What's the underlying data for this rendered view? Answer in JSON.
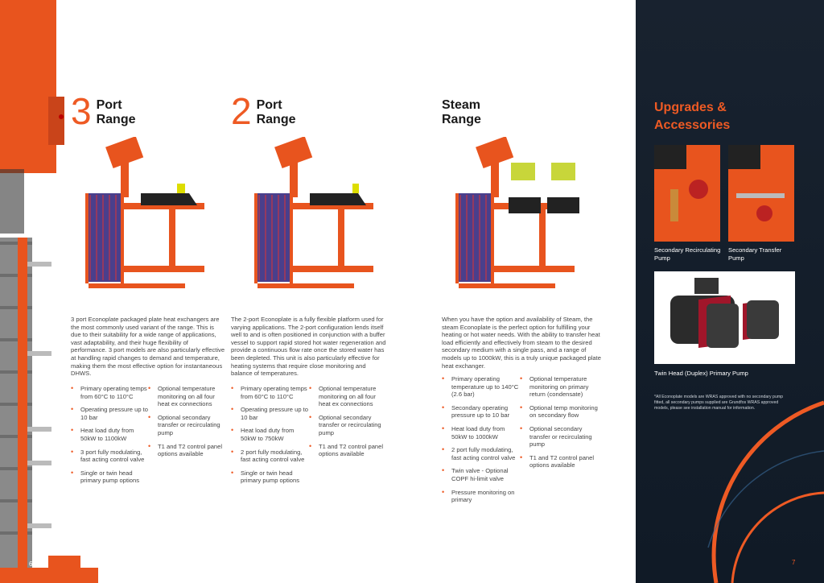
{
  "sections": [
    {
      "number": "3",
      "title_line1": "Port",
      "title_line2": "Range",
      "description": "3 port Econoplate packaged plate heat exchangers are the most commonly used variant of the range. This is due to their suitability for a wide range of applications, vast adaptability, and their huge flexibility of performance. 3 port models are also particularly effective at handling rapid changes to demand and temperature, making them the most effective option for instantaneous DHWS.",
      "bullets_left": [
        "Primary operating temps from 60°C to 110°C",
        "Operating pressure up to 10 bar",
        "Heat load duty from 50kW to 1100kW",
        "3 port fully modulating, fast acting control valve",
        "Single or twin head primary pump options"
      ],
      "bullets_right": [
        "Optional temperature monitoring on all four heat ex connections",
        "Optional secondary transfer or recirculating pump",
        "T1 and T2 control panel options available"
      ]
    },
    {
      "number": "2",
      "title_line1": "Port",
      "title_line2": "Range",
      "description": "The 2-port Econoplate is a fully flexible platform used for varying applications. The 2-port configuration lends itself well to and is often positioned in conjunction with a buffer vessel to support rapid stored hot water regeneration and provide a continuous flow rate once the stored water has been depleted. This unit is also particularly effective for heating systems that require close monitoring and balance of temperatures.",
      "bullets_left": [
        "Primary operating temps from 60°C to 110°C",
        "Operating pressure up to 10 bar",
        "Heat load duty from 50kW to 750kW",
        "2 port fully modulating, fast acting control valve",
        "Single or twin head primary pump options"
      ],
      "bullets_right": [
        "Optional temperature monitoring on all four heat ex connections",
        "Optional secondary transfer or recirculating pump",
        "T1 and T2 control panel options available"
      ]
    },
    {
      "number": "",
      "title_line1": "Steam",
      "title_line2": "Range",
      "description": "When you have the option and availability of Steam, the steam Econoplate is the perfect option for fulfilling your heating or hot water needs. With the ability to transfer heat load efficiently and effectively from steam to the desired secondary medium with a single pass, and a range of models up to 1000kW, this is a truly unique packaged plate heat exchanger.",
      "bullets_left": [
        "Primary operating temperature up to 140°C (2.6 bar)",
        "Secondary operating pressure up to 10 bar",
        "Heat load duty from 50kW to 1000kW",
        "2 port fully modulating, fast acting control valve",
        "Twin valve - Optional COPF hi-limit valve",
        "Pressure monitoring on primary"
      ],
      "bullets_right": [
        "Optional temperature monitoring on primary return (condensate)",
        "Optional temp monitoring on secondary flow",
        "Optional secondary transfer or recirculating pump",
        "T1 and T2 control panel options available"
      ]
    }
  ],
  "upgrades": {
    "title_line1": "Upgrades &",
    "title_line2": "Accessories",
    "captions": [
      "Secondary Recirculating Pump",
      "Secondary Transfer Pump",
      "Twin Head (Duplex) Primary Pump"
    ],
    "note": "*All Econoplate models are WRAS approved with no secondary pump fitted, all secondary pumps supplied are Grundfos WRAS approved models, please see installation manual for information."
  },
  "pages": {
    "left": "6",
    "right": "7"
  },
  "colors": {
    "accent": "#ee5a24",
    "navy": "#14202e"
  }
}
